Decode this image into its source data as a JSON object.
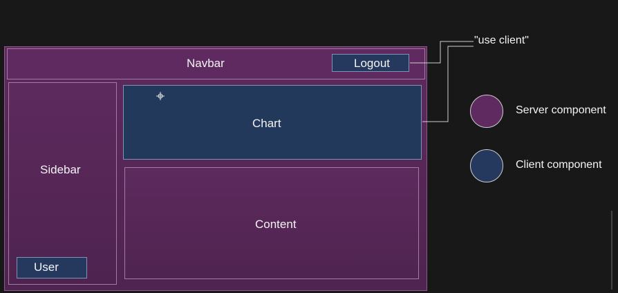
{
  "diagram": {
    "navbar_label": "Navbar",
    "logout_label": "Logout",
    "sidebar_label": "Sidebar",
    "user_label": "User",
    "chart_label": "Chart",
    "content_label": "Content",
    "annotation": "\"use client\""
  },
  "legend": {
    "items": [
      {
        "label": "Server component",
        "color": "#5e2a5f"
      },
      {
        "label": "Client component",
        "color": "#24395d"
      }
    ]
  },
  "colors": {
    "background": "#181818",
    "server": "#5e2a5f",
    "client": "#24395d"
  }
}
